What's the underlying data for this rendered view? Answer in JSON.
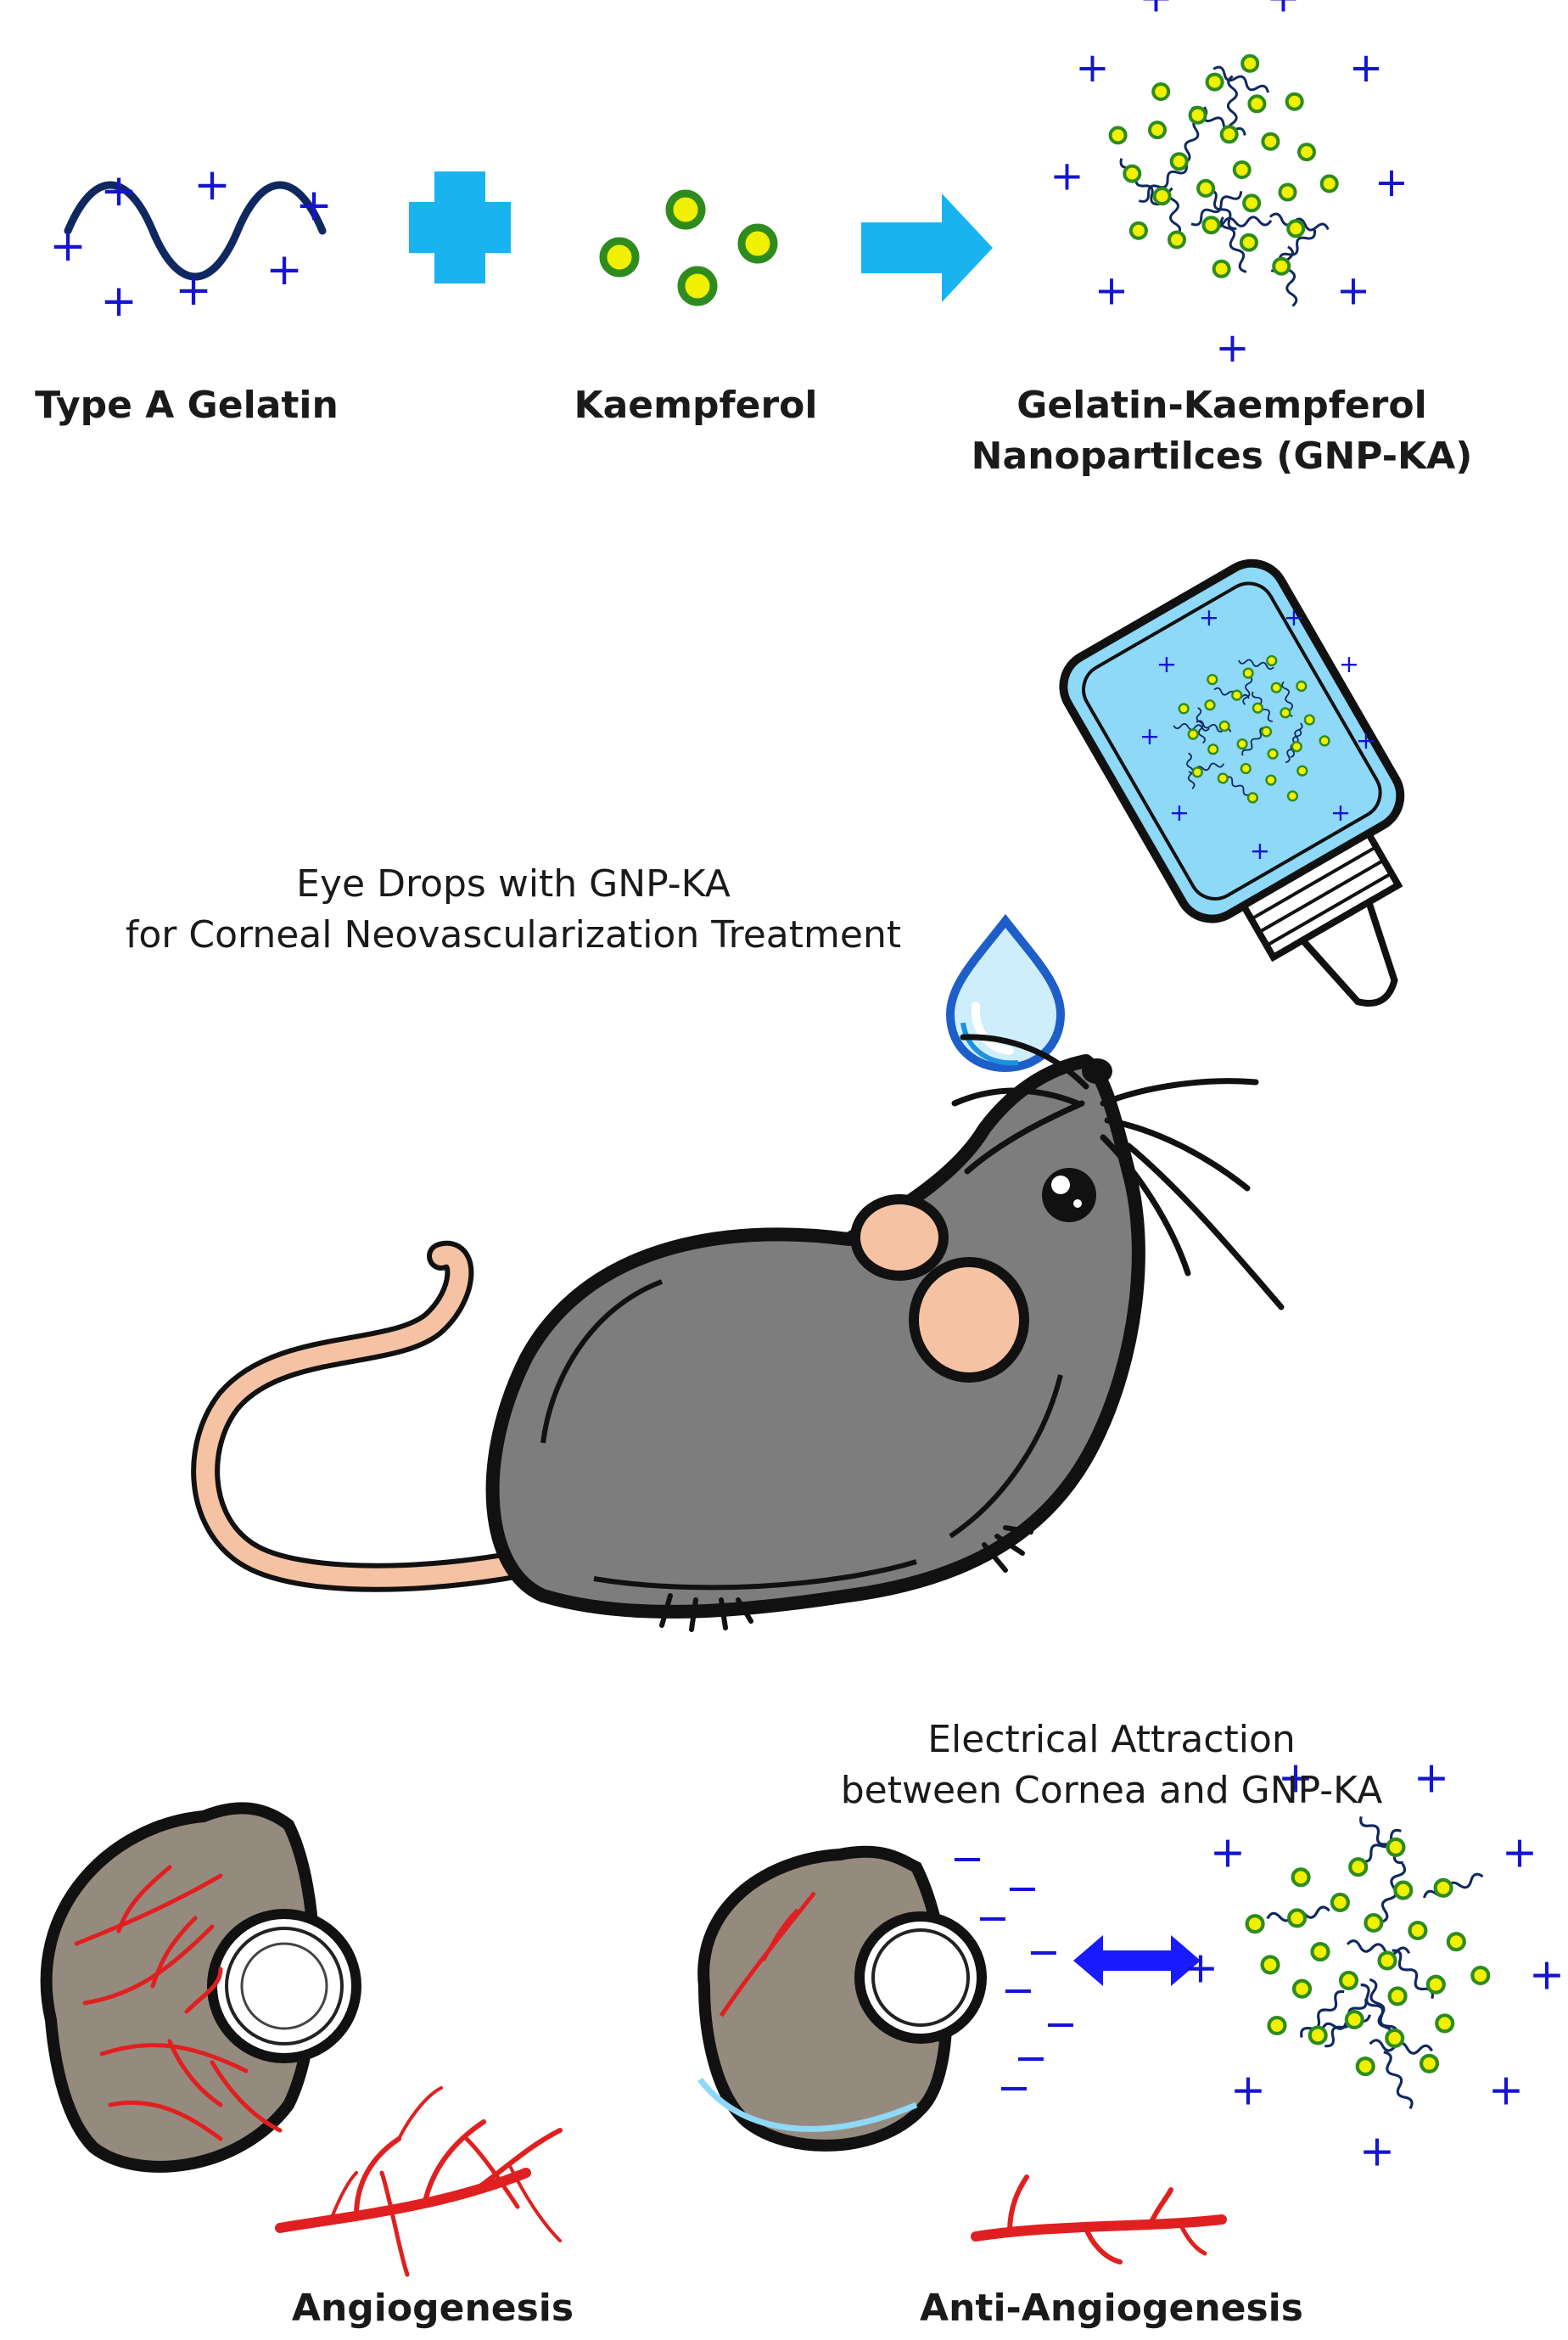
{
  "top_row": {
    "gelatin_label": "Type A Gelatin",
    "kaempferol_label": "Kaempferol",
    "nanoparticle_label_line1": "Gelatin-Kaempferol",
    "nanoparticle_label_line2": "Nanopartilces (GNP-KA)"
  },
  "treatment": {
    "line1": "Eye Drops with GNP-KA",
    "line2": "for Corneal Neovascularization Treatment"
  },
  "attraction": {
    "line1": "Electrical Attraction",
    "line2": "between Cornea and GNP-KA"
  },
  "bottom_row": {
    "left_label": "Angiogenesis",
    "right_label": "Anti-Angiogenesis"
  },
  "symbols": {
    "plus": "+",
    "minus": "−"
  },
  "colors": {
    "charge_blue": "#1414d2",
    "arrow_cyan": "#19b4f0",
    "double_arrow_blue": "#1a1aff",
    "particle_green": "#2e8b1e",
    "particle_yellow": "#f0f000",
    "polymer_navy": "#102860",
    "mouse_gray": "#7d7d7d",
    "mouse_pink": "#f5c3a3",
    "eye_brown": "#958a7e",
    "vessel_red": "#e02020",
    "bottle_blue": "#8ed8f8"
  },
  "icons": [
    "plus-sign-icon",
    "right-arrow-icon",
    "double-arrow-icon",
    "eye-drop-bottle-icon",
    "water-drop-icon",
    "mouse-icon",
    "eyeball-icon",
    "blood-vessel-icon",
    "nanoparticle-icon"
  ]
}
